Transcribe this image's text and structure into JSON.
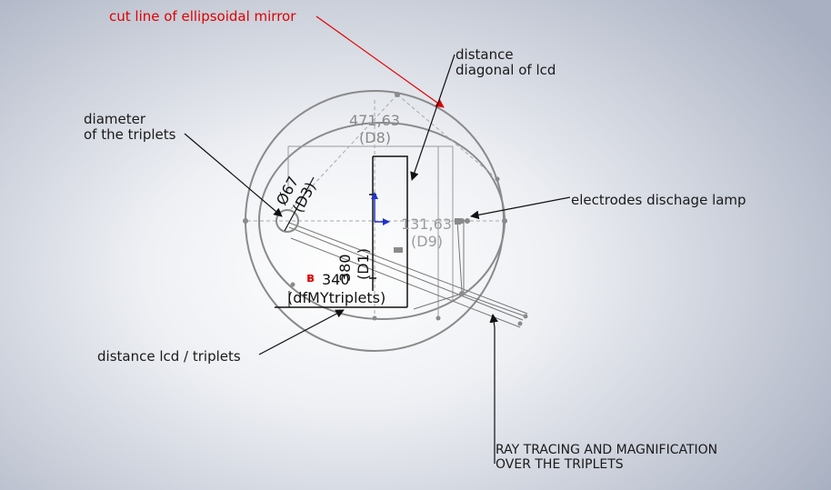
{
  "annotations": {
    "cut_line": "cut line of ellipsoidal mirror",
    "distance_line1": "distance",
    "distance_line2": "diagonal of lcd",
    "diameter_line1": "diameter",
    "diameter_line2": "of the triplets",
    "electrodes": "electrodes dischage lamp",
    "distance_lcd": "distance lcd / triplets",
    "ray_line1": "RAY TRACING AND MAGNIFICATION",
    "ray_line2": "OVER THE TRIPLETS"
  },
  "dimensions": {
    "d8_value": "471,63",
    "d8_name": "(D8)",
    "d9_value": "131,63",
    "d9_name": "(D9)",
    "d3_value": "Ø67",
    "d3_name": "(D3)",
    "d1_value": "380",
    "d1_name": "(D1)",
    "triplets_value": "340",
    "triplets_marker": "ʙ",
    "triplets_name": "(dfMYtriplets)"
  },
  "colors": {
    "annotation_red": "#e00000",
    "sketch_gray": "#8a8a8a",
    "origin_blue": "#2233cc"
  }
}
